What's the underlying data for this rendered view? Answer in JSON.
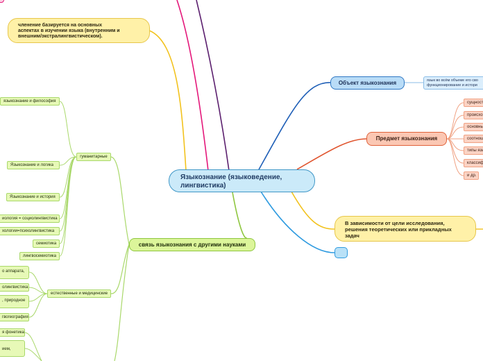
{
  "central": {
    "line1": "Языкознание (языковедение,",
    "line2": "лингвистика)"
  },
  "top_note": {
    "line1": "членение базируется на основных",
    "line2": "аспектах в изучении языка (внутренним и",
    "line3": "внешним/экстралингвистическом)."
  },
  "object": {
    "label": "Объект языкознания",
    "detail_line1": "язык во всём объеме его сво",
    "detail_line2": "функционирование и истори"
  },
  "subject": {
    "label": "Предмет языкознания",
    "children": [
      "сущност",
      "происхо",
      "основны",
      "соотнош",
      "типы язы",
      "классиф",
      "и др."
    ]
  },
  "purpose": {
    "line1": "В зависимости от цели исследования,",
    "line2": "решения теоретических или прикладных",
    "line3": "задач"
  },
  "connections": {
    "label": "связь языкознания с другими науками",
    "humanities": {
      "label": "гуманитарные",
      "children": [
        "языкознание и философия",
        "Языкознание и логика",
        "Языкознание и история",
        "иология = социолингвистика",
        "хологии=психолингвистика",
        "семиотика",
        "лингвосемиотика"
      ]
    },
    "natural": {
      "label": "естественные и медицинские",
      "children": [
        "о аппарата,",
        "олингвистика",
        ", природное",
        "гвогеография"
      ]
    },
    "lower": [
      "я фонетика",
      "ием,"
    ]
  },
  "colors": {
    "blue": "#1f5fb7",
    "orange_red": "#e0552f",
    "yellow": "#f2c21d",
    "green": "#8ec63f",
    "magenta": "#e4177a",
    "purple": "#5b1f6e",
    "sky": "#2f9be0"
  }
}
